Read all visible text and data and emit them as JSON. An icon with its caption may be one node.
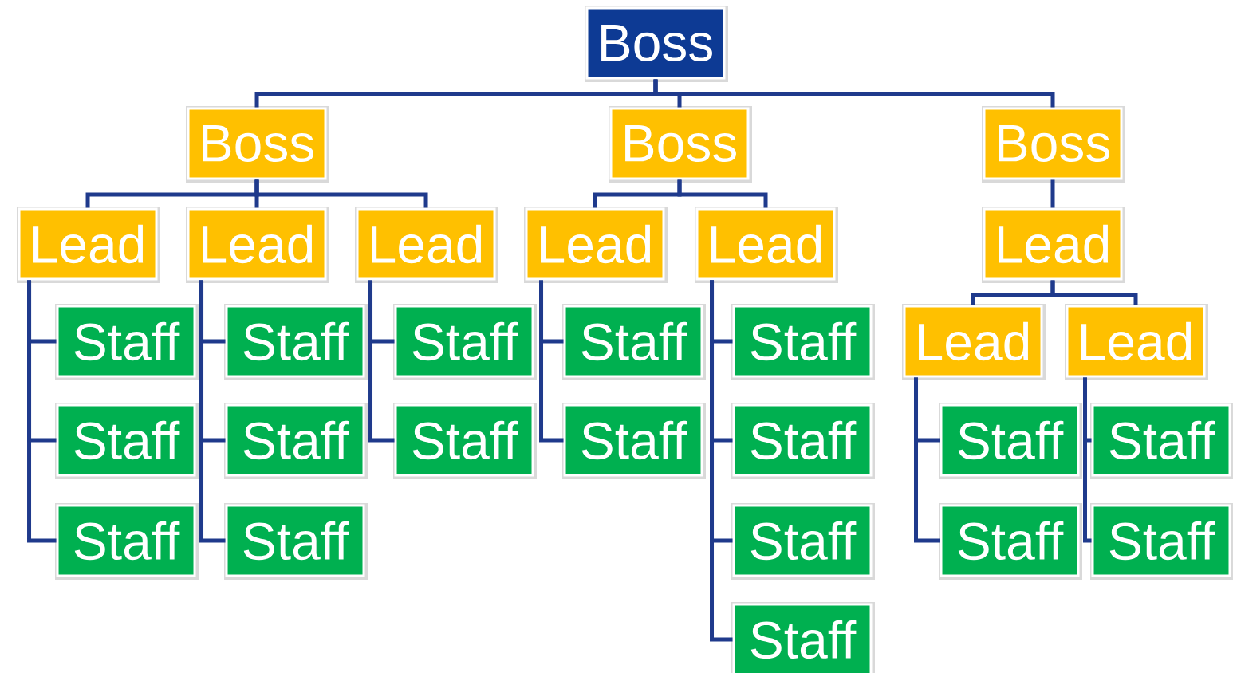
{
  "diagram": {
    "nodes": [
      {
        "text": [
          "Boss"
        ]
      },
      {
        "text": [
          "Boss"
        ]
      },
      {
        "text": [
          "Boss"
        ]
      },
      {
        "text": [
          "Boss"
        ]
      },
      {
        "text": [
          "Lead"
        ]
      },
      {
        "text": [
          "Lead"
        ]
      },
      {
        "text": [
          "Lead"
        ]
      },
      {
        "text": [
          "Lead"
        ]
      },
      {
        "text": [
          "Lead"
        ]
      },
      {
        "text": [
          "Lead"
        ]
      },
      {
        "text": [
          "Lead"
        ]
      },
      {
        "text": [
          "Lead"
        ]
      },
      {
        "text": [
          "Staff"
        ]
      },
      {
        "text": [
          "Staff"
        ]
      },
      {
        "text": [
          "Staff"
        ]
      },
      {
        "text": [
          "Staff"
        ]
      },
      {
        "text": [
          "Staff"
        ]
      },
      {
        "text": [
          "Staff"
        ]
      },
      {
        "text": [
          "Staff"
        ]
      },
      {
        "text": [
          "Staff"
        ]
      },
      {
        "text": [
          "Staff"
        ]
      },
      {
        "text": [
          "Staff"
        ]
      },
      {
        "text": [
          "Staff"
        ]
      },
      {
        "text": [
          "Staff"
        ]
      },
      {
        "text": [
          "Staff"
        ]
      },
      {
        "text": [
          "Staff"
        ]
      },
      {
        "text": [
          "Staff"
        ]
      },
      {
        "text": [
          "Staff"
        ]
      },
      {
        "text": [
          "Staff"
        ]
      },
      {
        "text": [
          "Staff"
        ]
      }
    ],
    "edges": [
      {
        "from": 0,
        "to": 1,
        "arrow": "none"
      },
      {
        "from": 0,
        "to": 2,
        "arrow": "none"
      },
      {
        "from": 0,
        "to": 3,
        "arrow": "none"
      },
      {
        "from": 1,
        "to": 4,
        "arrow": "none"
      },
      {
        "from": 1,
        "to": 5,
        "arrow": "none"
      },
      {
        "from": 1,
        "to": 6,
        "arrow": "none"
      },
      {
        "from": 2,
        "to": 7,
        "arrow": "none"
      },
      {
        "from": 2,
        "to": 8,
        "arrow": "none"
      },
      {
        "from": 3,
        "to": 9,
        "arrow": "none"
      },
      {
        "from": 9,
        "to": 10,
        "arrow": "none"
      },
      {
        "from": 9,
        "to": 11,
        "arrow": "none"
      },
      {
        "from": 4,
        "to": 12,
        "arrow": "none"
      },
      {
        "from": 4,
        "to": 13,
        "arrow": "none"
      },
      {
        "from": 4,
        "to": 14,
        "arrow": "none"
      },
      {
        "from": 5,
        "to": 15,
        "arrow": "none"
      },
      {
        "from": 5,
        "to": 16,
        "arrow": "none"
      },
      {
        "from": 5,
        "to": 17,
        "arrow": "none"
      },
      {
        "from": 6,
        "to": 18,
        "arrow": "none"
      },
      {
        "from": 6,
        "to": 19,
        "arrow": "none"
      },
      {
        "from": 7,
        "to": 20,
        "arrow": "none"
      },
      {
        "from": 7,
        "to": 21,
        "arrow": "none"
      },
      {
        "from": 8,
        "to": 22,
        "arrow": "none"
      },
      {
        "from": 8,
        "to": 23,
        "arrow": "none"
      },
      {
        "from": 8,
        "to": 24,
        "arrow": "none"
      },
      {
        "from": 8,
        "to": 25,
        "arrow": "none"
      },
      {
        "from": 10,
        "to": 26,
        "arrow": "none"
      },
      {
        "from": 10,
        "to": 27,
        "arrow": "none"
      },
      {
        "from": 11,
        "to": 28,
        "arrow": "none"
      },
      {
        "from": 11,
        "to": 29,
        "arrow": "none"
      }
    ]
  }
}
